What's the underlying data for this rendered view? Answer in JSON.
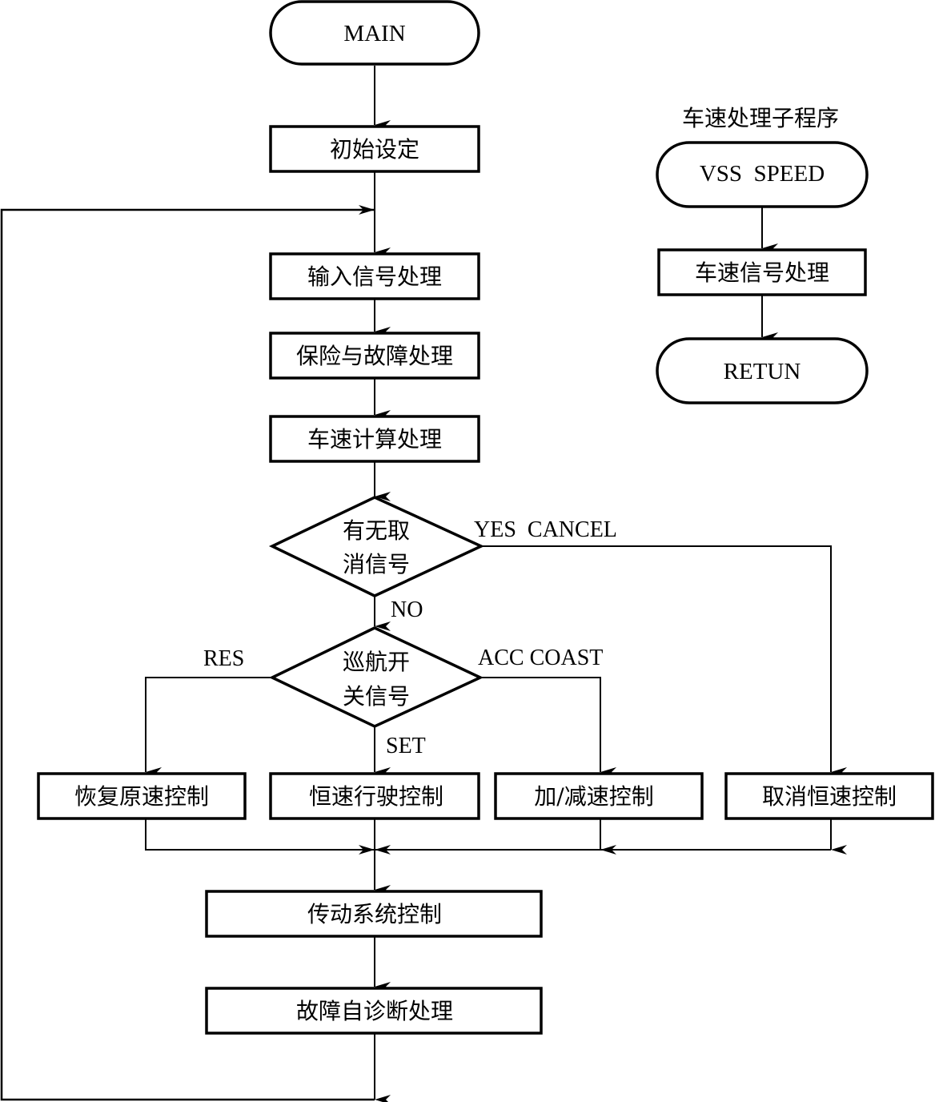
{
  "diagram": {
    "main_flow": {
      "start": "MAIN",
      "init": "初始设定",
      "input": "输入信号处理",
      "safety": "保险与故障处理",
      "speed_calc": "车速计算处理",
      "decision_cancel": [
        "有无取",
        "消信号"
      ],
      "decision_switch": [
        "巡航开",
        "关信号"
      ],
      "resume": "恢复原速控制",
      "cruise": "恒速行驶控制",
      "accel": "加/减速控制",
      "cancel_ctrl": "取消恒速控制",
      "transmission": "传动系统控制",
      "diagnosis": "故障自诊断处理"
    },
    "edge_labels": {
      "yes_cancel": "YES  CANCEL",
      "no": "NO",
      "res": "RES",
      "acc_coast": "ACC COAST",
      "set": "SET"
    },
    "subroutine": {
      "title": "车速处理子程序",
      "start": "VSS  SPEED",
      "process": "车速信号处理",
      "end": "RETUN"
    }
  }
}
